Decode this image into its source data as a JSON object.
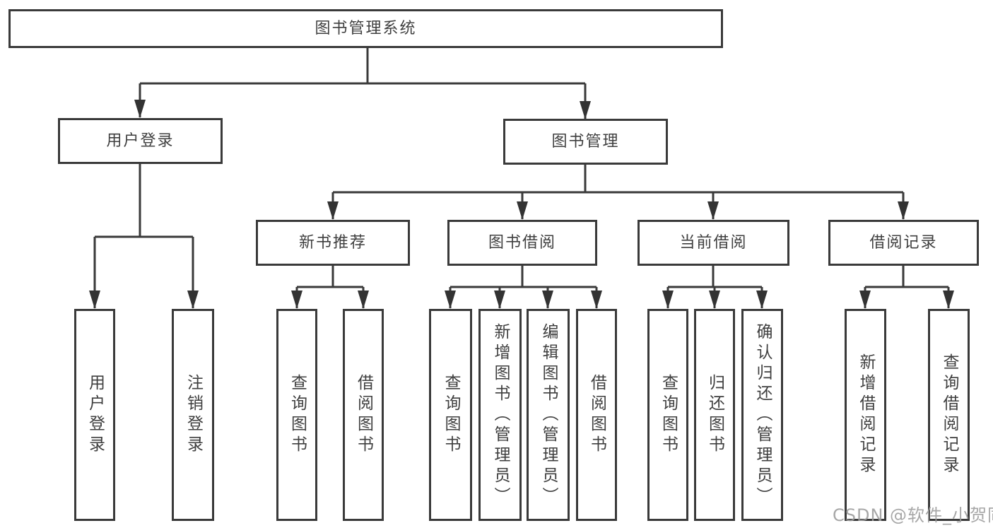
{
  "diagram": {
    "root": {
      "label": "图书管理系统"
    },
    "level2": [
      {
        "label": "用户登录"
      },
      {
        "label": "图书管理"
      }
    ],
    "level3": [
      {
        "label": "新书推荐"
      },
      {
        "label": "图书借阅"
      },
      {
        "label": "当前借阅"
      },
      {
        "label": "借阅记录"
      }
    ],
    "leaves": {
      "user_login": "用户登录",
      "logout": "注销登录",
      "rec_query_books": "查询图书",
      "rec_borrow_books": "借阅图书",
      "bb_query_books": "查询图书",
      "bb_add_books": "新增图书（管理员）",
      "bb_edit_books": "编辑图书（管理员）",
      "bb_borrow_books": "借阅图书",
      "cb_query_books": "查询图书",
      "cb_return_books": "归还图书",
      "cb_confirm_return": "确认归还（管理员）",
      "br_add_record": "新增借阅记录",
      "br_query_record": "查询借阅记录"
    }
  },
  "watermark": "CSDN @软件_小贺同学",
  "colors": {
    "line": "#3a3a3a",
    "text": "#3f3f3f",
    "watermark": "#9b9b9b",
    "background": "#ffffff"
  }
}
